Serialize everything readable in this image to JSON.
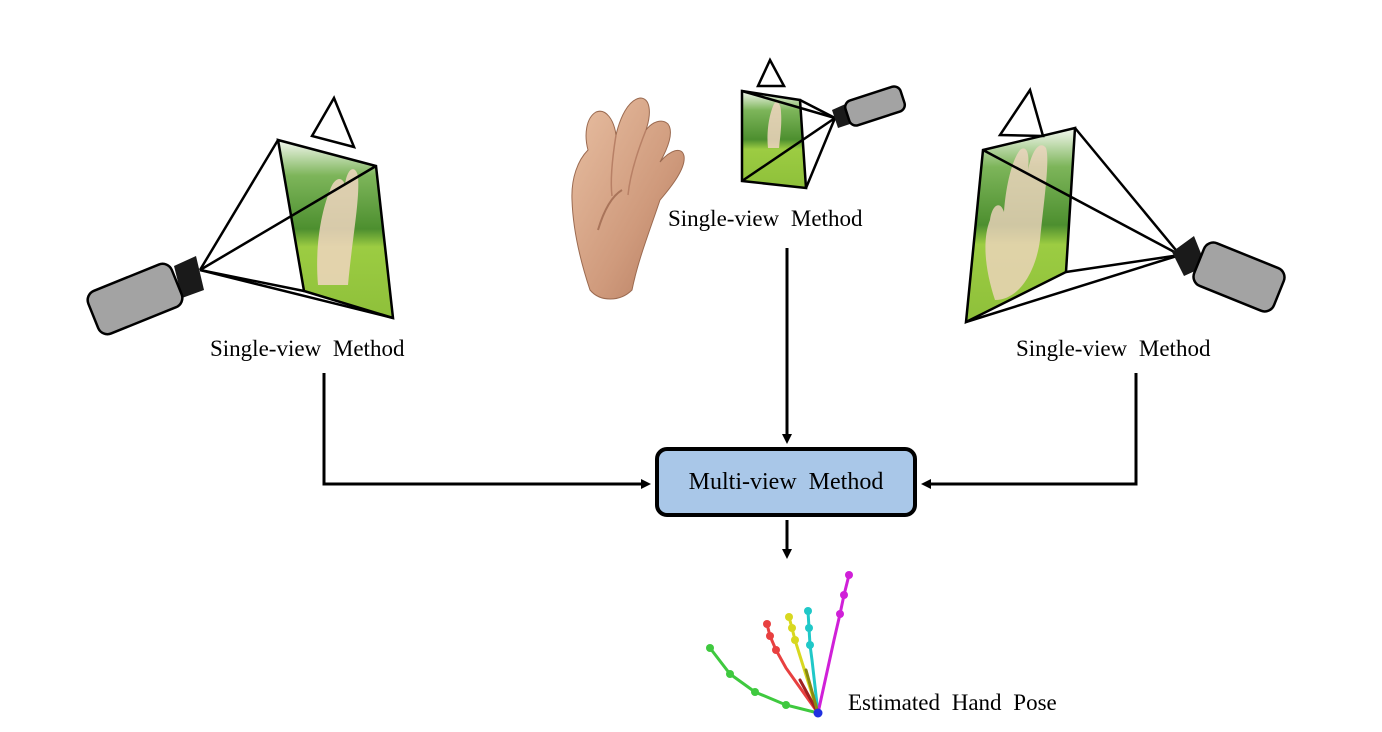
{
  "labels": {
    "left_view": "Single-view  Method",
    "top_view": "Single-view  Method",
    "right_view": "Single-view  Method",
    "multi_view": "Multi-view  Method",
    "output": "Estimated  Hand  Pose"
  },
  "colors": {
    "multi_view_box": "#a9c7e8",
    "camera_body": "#a3a3a3",
    "hand_skin": "#d9a585",
    "background_grass": "#8fc23e",
    "background_trees": "#3f8a2a",
    "finger_thumb": "#3fc93f",
    "finger_index": "#e84040",
    "finger_middle": "#d8d820",
    "finger_ring": "#20c8c8",
    "finger_little": "#d020d8",
    "wrist_joint": "#2030e0"
  }
}
